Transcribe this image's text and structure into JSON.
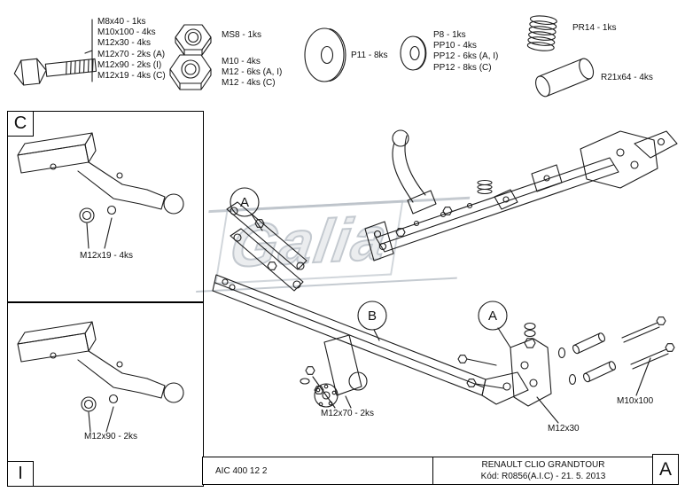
{
  "parts_list": {
    "bolt": {
      "labels": [
        "M8x40 - 1ks",
        "M10x100 - 4ks",
        "M12x30 - 4ks",
        "M12x70 - 2ks (A)",
        "M12x90 - 2ks (I)",
        "M12x19 - 4ks (C)"
      ]
    },
    "nut_small": {
      "label": "MS8 - 1ks"
    },
    "nut_large": {
      "labels": [
        "M10 - 4ks",
        "M12 - 6ks (A, I)",
        "M12 - 4ks (C)"
      ]
    },
    "washer_large": {
      "label": "P11 - 8ks"
    },
    "washer_small": {
      "labels": [
        "P8 - 1ks",
        "PP10 - 4ks",
        "PP12 - 6ks (A, I)",
        "PP12 - 8ks (C)"
      ]
    },
    "spring": {
      "label": "PR14 - 1ks"
    },
    "spacer_tube": {
      "label": "R21x64 - 4ks"
    }
  },
  "detail_boxes": {
    "box_c": {
      "letter": "C",
      "label": "M12x19 - 4ks"
    },
    "box_i": {
      "letter": "I",
      "label": "M12x90 - 2ks"
    }
  },
  "assembly": {
    "callouts": [
      "A",
      "B",
      "A"
    ],
    "labels": {
      "center": "M12x70 - 2ks",
      "right_lower": "M12x30",
      "right": "M10x100"
    }
  },
  "watermark": {
    "text": "Galia"
  },
  "title_block": {
    "doc_number": "AIC 400 12 2",
    "vehicle": "RENAULT CLIO GRANDTOUR",
    "code": "Kód: R0856(A.I.C) - 21. 5. 2013",
    "revision": "A"
  }
}
